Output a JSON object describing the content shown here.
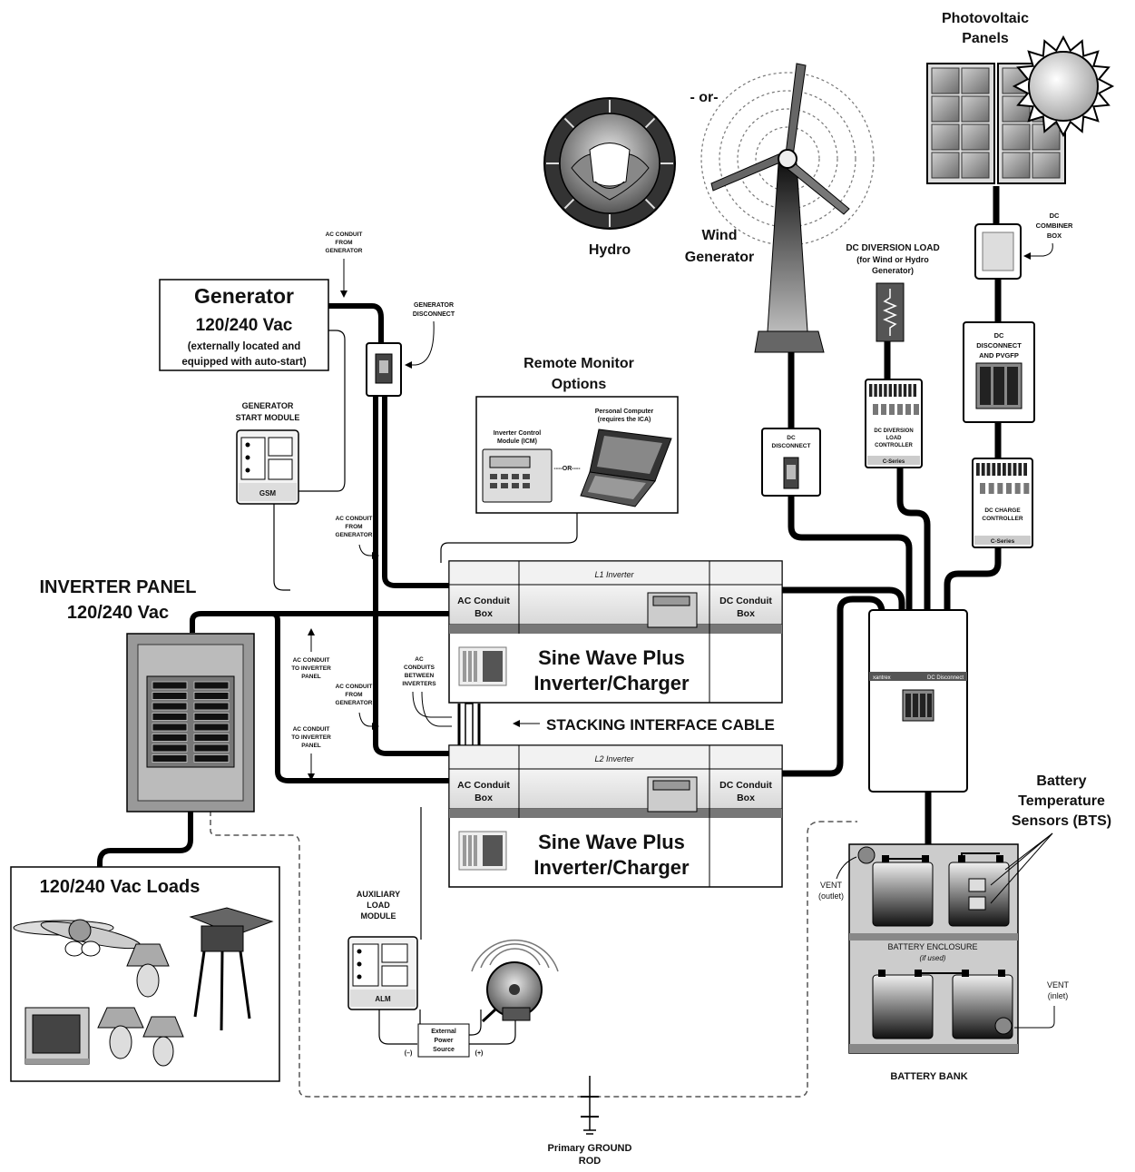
{
  "photovoltaic": {
    "title_line1": "Photovoltaic",
    "title_line2": "Panels"
  },
  "or_label": "- or-",
  "hydro": {
    "label": "Hydro"
  },
  "wind": {
    "label_line1": "Wind",
    "label_line2": "Generator"
  },
  "dc_combiner": {
    "line1": "DC",
    "line2": "COMBINER",
    "line3": "BOX"
  },
  "dc_diversion_load": {
    "line1": "DC DIVERSION LOAD",
    "line2": "(for Wind or Hydro",
    "line3": "Generator)"
  },
  "dc_disconnect_pv": {
    "line1": "DC",
    "line2": "DISCONNECT",
    "line3": "AND PVGFP"
  },
  "dc_disconnect_wind": {
    "line1": "DC",
    "line2": "DISCONNECT"
  },
  "diversion_controller": {
    "line1": "DC DIVERSION",
    "line2": "LOAD",
    "line3": "CONTROLLER",
    "series": "C-Series"
  },
  "charge_controller": {
    "line1": "DC CHARGE",
    "line2": "CONTROLLER",
    "series": "C-Series"
  },
  "generator": {
    "title": "Generator",
    "voltage": "120/240 Vac",
    "note_line1": "(externally located and",
    "note_line2": "equipped with auto-start)"
  },
  "ac_conduit_generator_top": {
    "line1": "AC CONDUIT",
    "line2": "FROM",
    "line3": "GENERATOR"
  },
  "generator_disconnect": {
    "line1": "GENERATOR",
    "line2": "DISCONNECT"
  },
  "gsm": {
    "line1": "GENERATOR",
    "line2": "START MODULE",
    "badge": "GSM"
  },
  "remote_monitor": {
    "title_line1": "Remote Monitor",
    "title_line2": "Options",
    "icm_line1": "Inverter Control",
    "icm_line2": "Module (ICM)",
    "or": "----OR----",
    "pc_line1": "Personal Computer",
    "pc_line2": "(requires the ICA)"
  },
  "ac_conduit_generator_mid": {
    "line1": "AC CONDUIT",
    "line2": "FROM",
    "line3": "GENERATOR"
  },
  "inverter_panel": {
    "line1": "INVERTER PANEL",
    "line2": "120/240 Vac"
  },
  "inverter_l1": {
    "name": "L1 Inverter",
    "ac_box_line1": "AC Conduit",
    "ac_box_line2": "Box",
    "dc_box_line1": "DC Conduit",
    "dc_box_line2": "Box",
    "title_line1": "Sine Wave Plus",
    "title_line2": "Inverter/Charger"
  },
  "inverter_l2": {
    "name": "L2 Inverter",
    "ac_box_line1": "AC Conduit",
    "ac_box_line2": "Box",
    "dc_box_line1": "DC Conduit",
    "dc_box_line2": "Box",
    "title_line1": "Sine Wave Plus",
    "title_line2": "Inverter/Charger"
  },
  "ac_conduit_to_panel_1": {
    "line1": "AC CONDUIT",
    "line2": "TO INVERTER",
    "line3": "PANEL"
  },
  "ac_conduit_to_panel_2": {
    "line1": "AC CONDUIT",
    "line2": "TO INVERTER",
    "line3": "PANEL"
  },
  "ac_conduit_generator_low": {
    "line1": "AC CONDUIT",
    "line2": "FROM",
    "line3": "GENERATOR"
  },
  "ac_conduits_between": {
    "line1": "AC",
    "line2": "CONDUITS",
    "line3": "BETWEEN",
    "line4": "INVERTERS"
  },
  "stacking_cable": {
    "label": "STACKING INTERFACE CABLE"
  },
  "dc_disconnect_main": {
    "left_label": "xantrex",
    "right_label": "DC Disconnect"
  },
  "loads": {
    "title": "120/240 Vac Loads"
  },
  "alm": {
    "line1": "AUXILIARY",
    "line2": "LOAD",
    "line3": "MODULE",
    "badge": "ALM"
  },
  "external_power": {
    "line1": "External",
    "line2": "Power",
    "line3": "Source",
    "neg": "(–)",
    "pos": "(+)"
  },
  "bts": {
    "line1": "Battery",
    "line2": "Temperature",
    "line3": "Sensors (BTS)"
  },
  "vent_outlet": {
    "line1": "VENT",
    "line2": "(outlet)"
  },
  "vent_inlet": {
    "line1": "VENT",
    "line2": "(inlet)"
  },
  "battery_enclosure": {
    "line1": "BATTERY ENCLOSURE",
    "line2": "(if used)"
  },
  "battery_bank": {
    "label": "BATTERY BANK"
  },
  "ground": {
    "line1": "Primary GROUND",
    "line2": "ROD"
  }
}
